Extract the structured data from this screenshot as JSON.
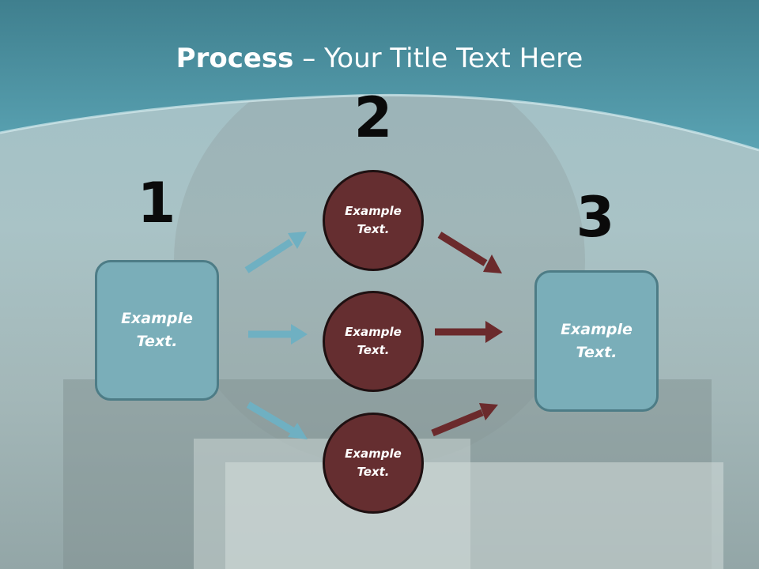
{
  "title": {
    "bold": "Process",
    "separator": " – ",
    "rest": "Your Title Text Here"
  },
  "steps": [
    {
      "number": "1",
      "text": "Example Text."
    },
    {
      "number": "2",
      "items": [
        "Example Text.",
        "Example Text.",
        "Example Text."
      ]
    },
    {
      "number": "3",
      "text": "Example Text."
    }
  ],
  "colors": {
    "box_fill": "#7aaeb9",
    "box_border": "#4d7c86",
    "circle_fill": "#652e30",
    "arrow_teal": "#6fb0c2",
    "arrow_maroon": "#6b2a2c",
    "header": "#4f97a6"
  }
}
